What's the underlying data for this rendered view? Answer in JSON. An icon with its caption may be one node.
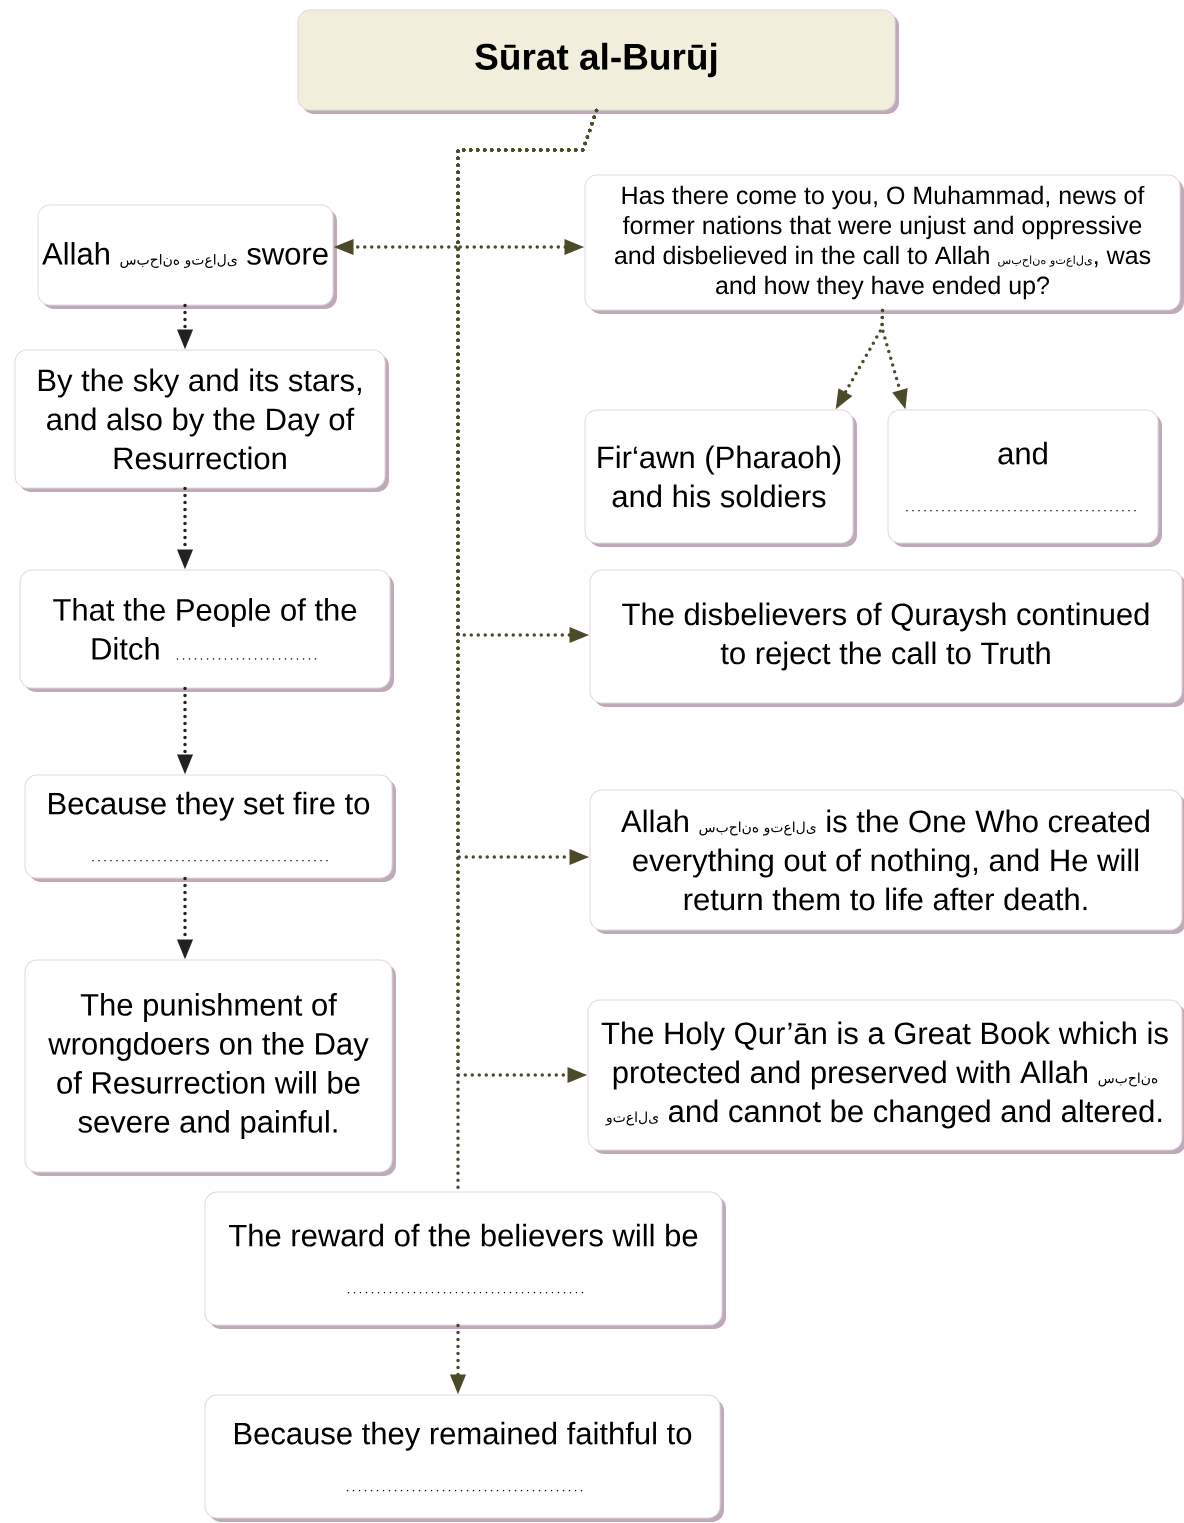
{
  "diagram": {
    "nodes": [
      {
        "text": [
          "Sūrat al-Burūj"
        ]
      },
      {
        "text": [
          "Allah سبحانه وتعالى swore"
        ]
      },
      {
        "text": [
          "Has there come to you, O Muhammad, news of former nations that were unjust and oppressive and disbelieved in the call to Allah سبحانه وتعالى, was and how they have ended up?"
        ]
      },
      {
        "text": [
          "By the sky and its stars, and also by the Day of Resurrection"
        ]
      },
      {
        "text": [
          "Fir‘awn (Pharaoh) and his soldiers"
        ]
      },
      {
        "text": [
          "and"
        ]
      },
      {
        "text": [
          "That the People of the Ditch"
        ]
      },
      {
        "text": [
          "The disbelievers of Quraysh continued to reject the call to Truth"
        ]
      },
      {
        "text": [
          "Because they set fire to"
        ]
      },
      {
        "text": [
          "Allah سبحانه وتعالى is the One Who created everything out of nothing, and He will return them to life after death."
        ]
      },
      {
        "text": [
          "The punishment of wrongdoers on the Day of Resurrection will be severe and painful."
        ]
      },
      {
        "text": [
          "The Holy Qur’ān is a Great Book which is protected and preserved with Allah سبحانه وتعالى and cannot be changed and altered."
        ]
      },
      {
        "text": [
          "The reward of the believers will be"
        ]
      },
      {
        "text": [
          "Because they remained faithful to"
        ]
      }
    ],
    "edges": [
      {
        "from": 0,
        "to": 1,
        "arrow": "to"
      },
      {
        "from": 0,
        "to": 2,
        "arrow": "to"
      },
      {
        "from": 0,
        "to": 7,
        "arrow": "to"
      },
      {
        "from": 0,
        "to": 9,
        "arrow": "to"
      },
      {
        "from": 0,
        "to": 11,
        "arrow": "to"
      },
      {
        "from": 0,
        "to": 12,
        "arrow": "none"
      },
      {
        "from": 2,
        "to": 4,
        "arrow": "to"
      },
      {
        "from": 2,
        "to": 5,
        "arrow": "to"
      },
      {
        "from": 1,
        "to": 3,
        "arrow": "to",
        "color": "#222222"
      },
      {
        "from": 3,
        "to": 6,
        "arrow": "to",
        "color": "#222222"
      },
      {
        "from": 6,
        "to": 8,
        "arrow": "to",
        "color": "#222222"
      },
      {
        "from": 8,
        "to": 10,
        "arrow": "to",
        "color": "#222222"
      },
      {
        "from": 12,
        "to": 13,
        "arrow": "to"
      }
    ]
  }
}
